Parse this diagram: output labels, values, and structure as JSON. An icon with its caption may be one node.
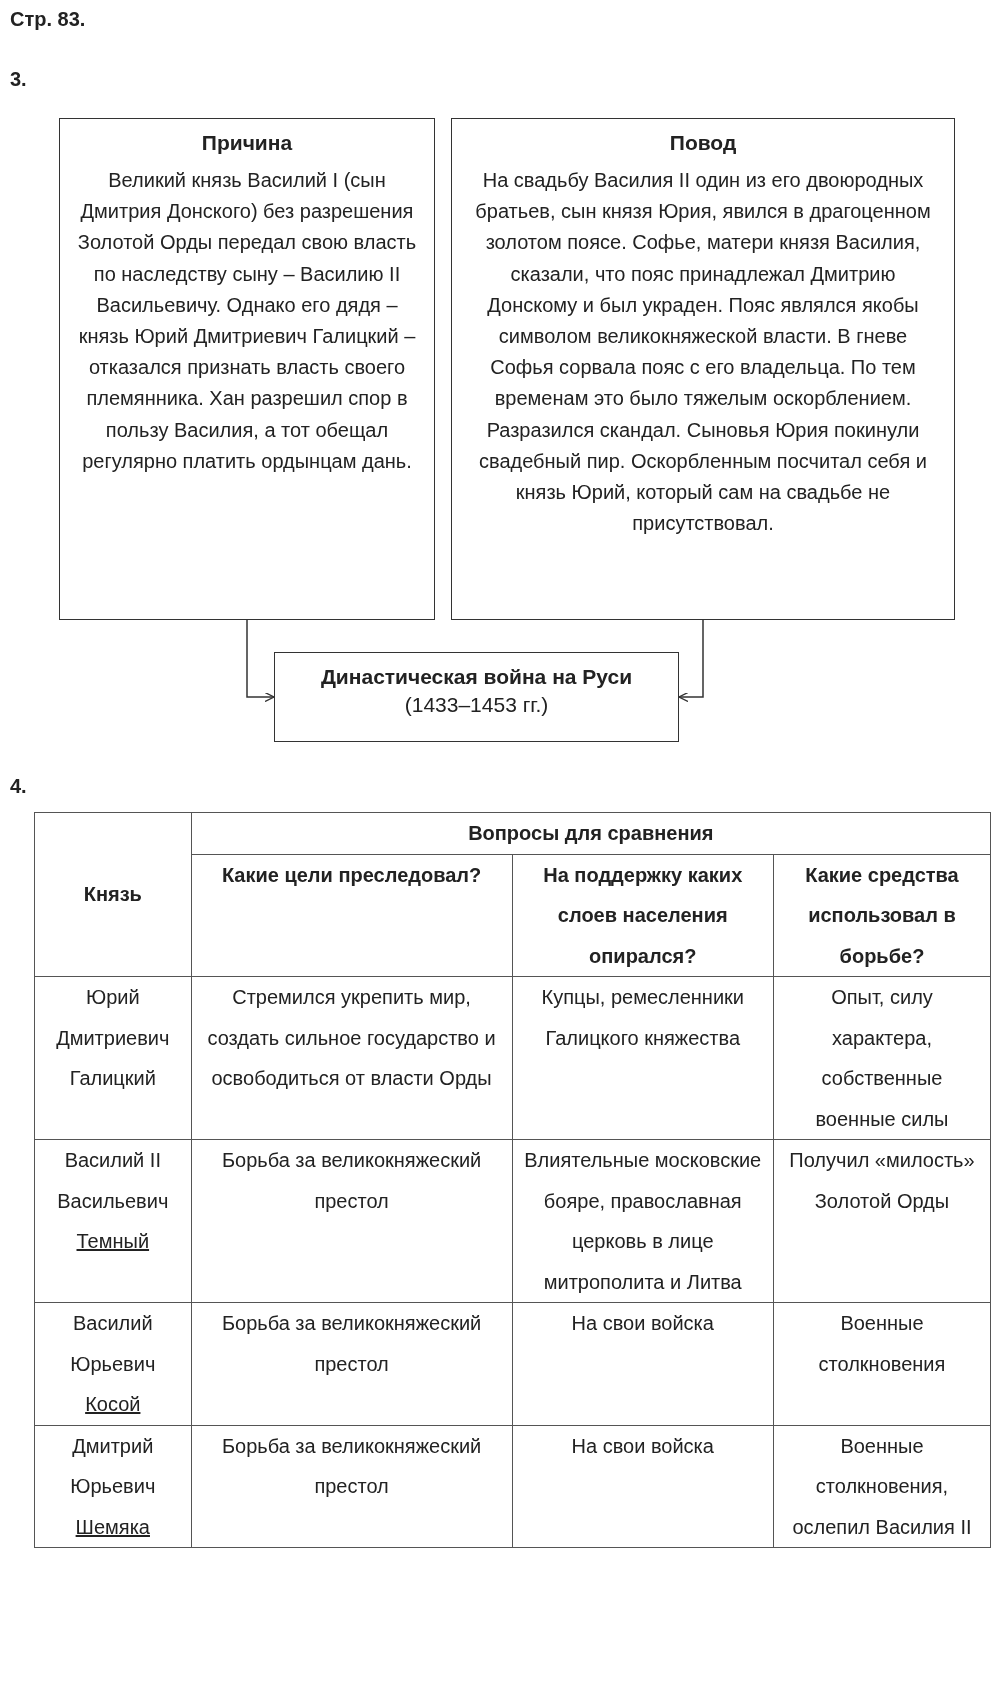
{
  "diagram": {
    "nodes": [
      {
        "text": [
          "Причина",
          "Великий князь Василий I (сын Дмитрия Донского) без разрешения Золотой Орды передал свою власть по наследству сыну – Василию II Васильевичу. Однако его дядя – князь Юрий Дмитриевич Галицкий – отказался признать власть своего племянника. Хан разрешил спор в пользу Василия, а тот обещал регулярно платить ордынцам дань."
        ]
      },
      {
        "text": [
          "Повод",
          "На свадьбу Василия II один из его двоюродных братьев, сын князя Юрия, явился в драгоценном золотом поясе. Софье, матери князя Василия, сказали, что пояс принадлежал Дмитрию Донскому и был украден. Пояс являлся якобы символом великокняжеской власти. В гневе Софья сорвала пояс с его владельца. По тем временам это было тяжелым оскорблением. Разразился скандал. Сыновья Юрия покинули свадебный пир. Оскорбленным посчитал себя и князь Юрий, который сам на свадьбе не присутствовал."
        ]
      },
      {
        "text": [
          "Династическая война на Руси",
          "(1433–1453 гг.)"
        ]
      }
    ],
    "edges": [
      {
        "from": 0,
        "to": 2,
        "arrow": "to"
      },
      {
        "from": 1,
        "to": 2,
        "arrow": "to"
      }
    ],
    "labels": [
      "Стр. 83.",
      "3.",
      "4.",
      "Князь",
      "Вопросы для сравнения",
      "Какие цели преследовал?",
      "На поддержку каких слоев населения опирался?",
      "Какие средства использовал в борьбе?",
      "Юрий Дмитриевич Галицкий",
      "Стремился укрепить мир, создать сильное государство и освободиться от власти Орды",
      "Купцы, ремесленники Галицкого княжества",
      "Опыт, силу характера, собственные военные силы",
      "Василий II Васильевич",
      "Темный",
      "Борьба за великокняжеский престол",
      "Влиятельные московские бояре, православная церковь в лице митрополита и Литва",
      "Получил «милость» Золотой Орды",
      "Василий Юрьевич",
      "Косой",
      "Борьба за великокняжеский престол",
      "На свои войска",
      "Военные столкновения",
      "Дмитрий Юрьевич",
      "Шемяка",
      "Борьба за великокняжеский престол",
      "На свои войска",
      "Военные столкновения, ослепил Василия II"
    ]
  }
}
